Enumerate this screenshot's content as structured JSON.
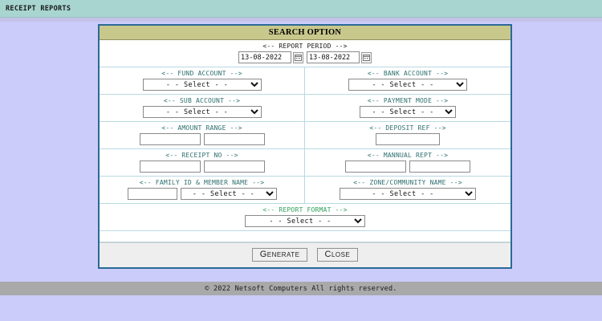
{
  "appbar": {
    "title": "RECEIPT REPORTS"
  },
  "panel": {
    "title": "SEARCH OPTION",
    "rows": {
      "report_period": {
        "label": "<-- REPORT PERIOD -->",
        "from_value": "13-08-2022",
        "to_value": "13-08-2022",
        "calendar_icon": "calendar-icon"
      },
      "fund_account": {
        "label": "<-- FUND ACCOUNT -->",
        "value": "- -  Select  - -"
      },
      "bank_account": {
        "label": "<-- BANK ACCOUNT -->",
        "value": "- -  Select  - -"
      },
      "sub_account": {
        "label": "<-- SUB ACCOUNT -->",
        "value": "- -  Select  - -"
      },
      "payment_mode": {
        "label": "<-- PAYMENT MODE -->",
        "value": "- - Select - -"
      },
      "amount_range": {
        "label": "<-- AMOUNT RANGE -->",
        "from_value": "",
        "to_value": ""
      },
      "deposit_ref": {
        "label": "<-- DEPOSIT REF -->",
        "value": ""
      },
      "receipt_no": {
        "label": "<-- RECEIPT NO -->",
        "from_value": "",
        "to_value": ""
      },
      "mannual_rept": {
        "label": "<-- MANNUAL REPT -->",
        "from_value": "",
        "to_value": ""
      },
      "family_member": {
        "label": "<-- FAMILY ID & MEMBER NAME -->",
        "family_id_value": "",
        "member_value": "- -  Select  - -"
      },
      "zone_community": {
        "label": "<-- ZONE/COMMUNITY NAME -->",
        "value": "- -  Select  - -"
      },
      "report_format": {
        "label": "<-- REPORT FORMAT -->",
        "value": "- -  Select  - -"
      }
    },
    "buttons": {
      "generate": "Generate",
      "close": "Close"
    }
  },
  "footer": {
    "text": "© 2022 Netsoft Computers All rights reserved."
  },
  "colors": {
    "page_background": "#ccccfa",
    "appbar": "#a8d5d0",
    "panel_title_band": "#c8c88c",
    "panel_border": "#2a6a95",
    "grid_line": "#b9d9e2",
    "footer": "#a9a9a9",
    "label_teal": "#2f6f6f",
    "label_green": "#2fa05a"
  }
}
